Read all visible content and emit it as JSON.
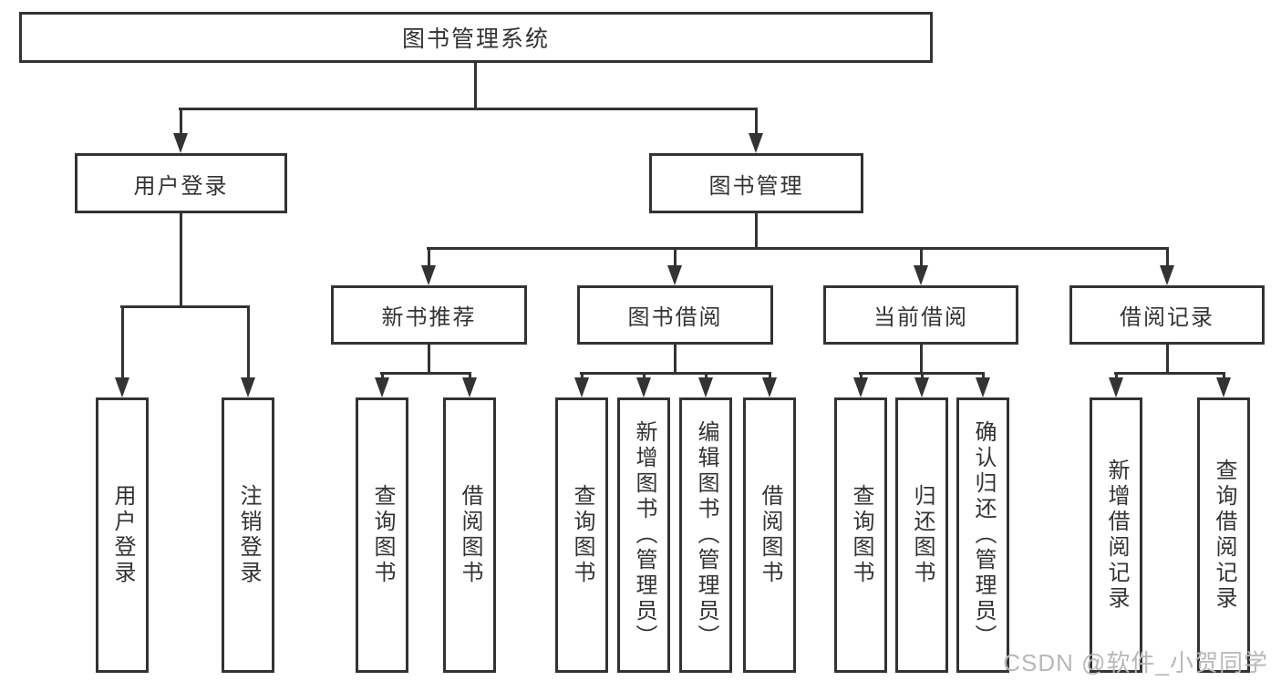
{
  "diagram": {
    "type": "hierarchy-tree",
    "colors": {
      "line": "#333333",
      "text": "#333333",
      "background": "#ffffff",
      "watermark": "#b8b8b8"
    },
    "root": {
      "label": "图书管理系统",
      "children": [
        {
          "label": "用户登录",
          "children": [
            {
              "label": "用户登录"
            },
            {
              "label": "注销登录"
            }
          ]
        },
        {
          "label": "图书管理",
          "children": [
            {
              "label": "新书推荐",
              "children": [
                {
                  "label": "查询图书"
                },
                {
                  "label": "借阅图书"
                }
              ]
            },
            {
              "label": "图书借阅",
              "children": [
                {
                  "label": "查询图书"
                },
                {
                  "label": "新增图书（管理员）"
                },
                {
                  "label": "编辑图书（管理员）"
                },
                {
                  "label": "借阅图书"
                }
              ]
            },
            {
              "label": "当前借阅",
              "children": [
                {
                  "label": "查询图书"
                },
                {
                  "label": "归还图书"
                },
                {
                  "label": "确认归还（管理员）"
                }
              ]
            },
            {
              "label": "借阅记录",
              "children": [
                {
                  "label": "新增借阅记录"
                },
                {
                  "label": "查询借阅记录"
                }
              ]
            }
          ]
        }
      ]
    }
  },
  "watermark": {
    "text": "CSDN @软件_小贺同学"
  }
}
